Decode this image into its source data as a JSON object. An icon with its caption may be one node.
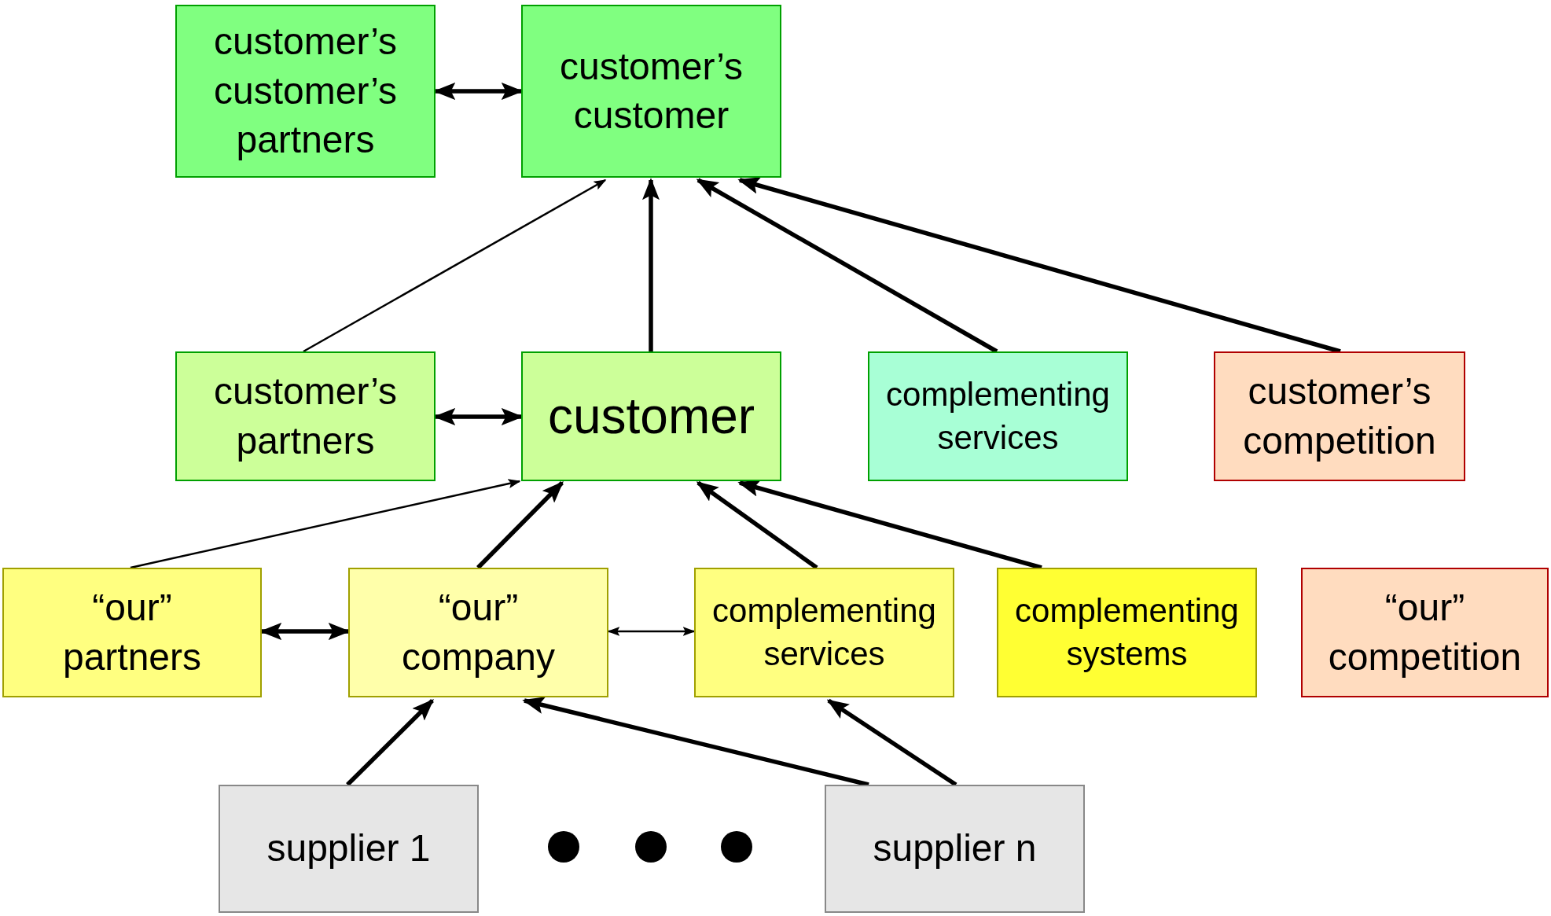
{
  "diagram": {
    "nodes": [
      {
        "text": [
          "customer’s customer’s partners"
        ]
      },
      {
        "text": [
          "customer’s customer"
        ]
      },
      {
        "text": [
          "customer’s partners"
        ]
      },
      {
        "text": [
          "customer"
        ]
      },
      {
        "text": [
          "complementing services"
        ]
      },
      {
        "text": [
          "customer’s competition"
        ]
      },
      {
        "text": [
          "“our” partners"
        ]
      },
      {
        "text": [
          "“our” company"
        ]
      },
      {
        "text": [
          "complementing services"
        ]
      },
      {
        "text": [
          "complementing systems"
        ]
      },
      {
        "text": [
          "“our” competition"
        ]
      },
      {
        "text": [
          "supplier 1"
        ]
      },
      {
        "text": [
          "supplier n"
        ]
      }
    ],
    "edges": [
      {
        "from": 0,
        "to": 1,
        "arrow": "both"
      },
      {
        "from": 2,
        "to": 1,
        "arrow": "to"
      },
      {
        "from": 3,
        "to": 1,
        "arrow": "to"
      },
      {
        "from": 4,
        "to": 1,
        "arrow": "to"
      },
      {
        "from": 5,
        "to": 1,
        "arrow": "to"
      },
      {
        "from": 2,
        "to": 3,
        "arrow": "both"
      },
      {
        "from": 6,
        "to": 3,
        "arrow": "to"
      },
      {
        "from": 7,
        "to": 3,
        "arrow": "to"
      },
      {
        "from": 8,
        "to": 3,
        "arrow": "to"
      },
      {
        "from": 9,
        "to": 3,
        "arrow": "to"
      },
      {
        "from": 6,
        "to": 7,
        "arrow": "both"
      },
      {
        "from": 7,
        "to": 8,
        "arrow": "both"
      },
      {
        "from": 11,
        "to": 7,
        "arrow": "to"
      },
      {
        "from": 12,
        "to": 7,
        "arrow": "to"
      },
      {
        "from": 12,
        "to": 8,
        "arrow": "to"
      }
    ]
  }
}
